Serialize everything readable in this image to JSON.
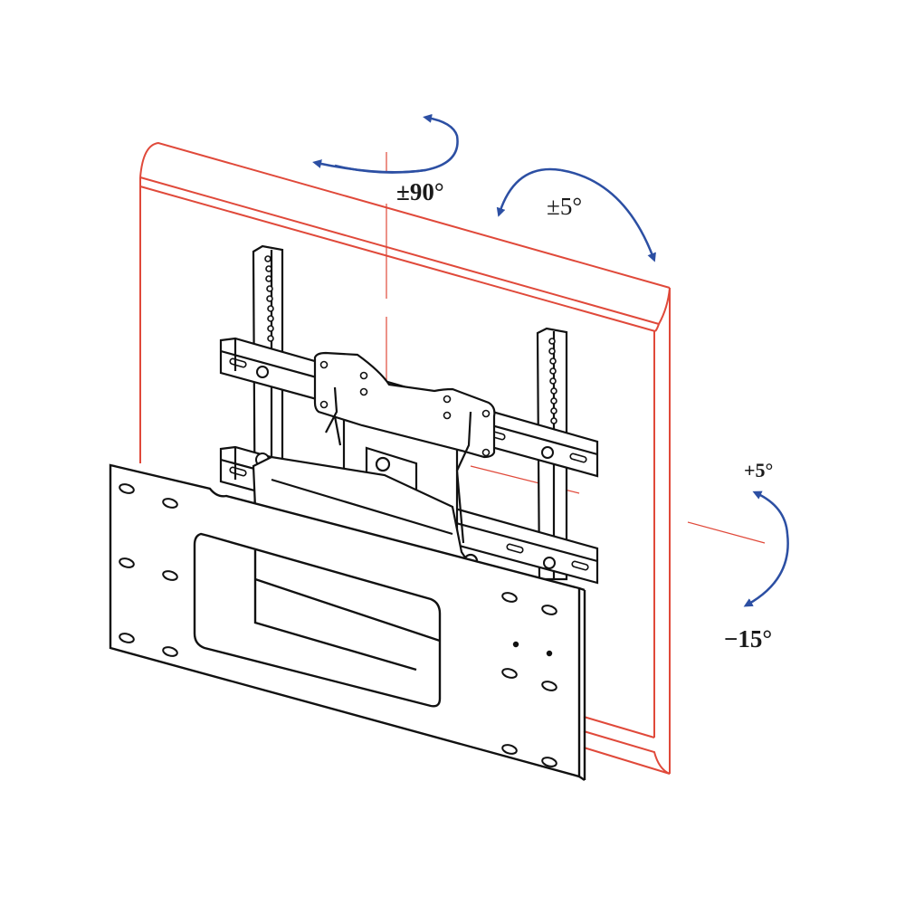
{
  "diagram": {
    "subject": "Articulating TV wall mount with TV outline",
    "colors": {
      "tv_outline": "#e0493a",
      "arrow": "#2c4fa3",
      "linework": "#111111",
      "background": "#ffffff"
    },
    "labels": {
      "swivel": "±90°",
      "level_adjust": "±5°",
      "tilt_up": "+5°",
      "tilt_down": "−15°"
    },
    "parts": [
      {
        "name": "tv-outline",
        "label": "TV panel (red outline)"
      },
      {
        "name": "vertical-tv-brackets",
        "label": "Vertical TV brackets (2)"
      },
      {
        "name": "horizontal-rails",
        "label": "Horizontal rails (2)"
      },
      {
        "name": "tilt-head-plate",
        "label": "Tilt head plate"
      },
      {
        "name": "articulating-arm",
        "label": "Articulating arm"
      },
      {
        "name": "wall-plate",
        "label": "Wall plate"
      }
    ],
    "axes": [
      {
        "name": "swivel-axis",
        "label": "Vertical rotation axis"
      },
      {
        "name": "tilt-axis",
        "label": "Horizontal tilt axis"
      }
    ]
  }
}
